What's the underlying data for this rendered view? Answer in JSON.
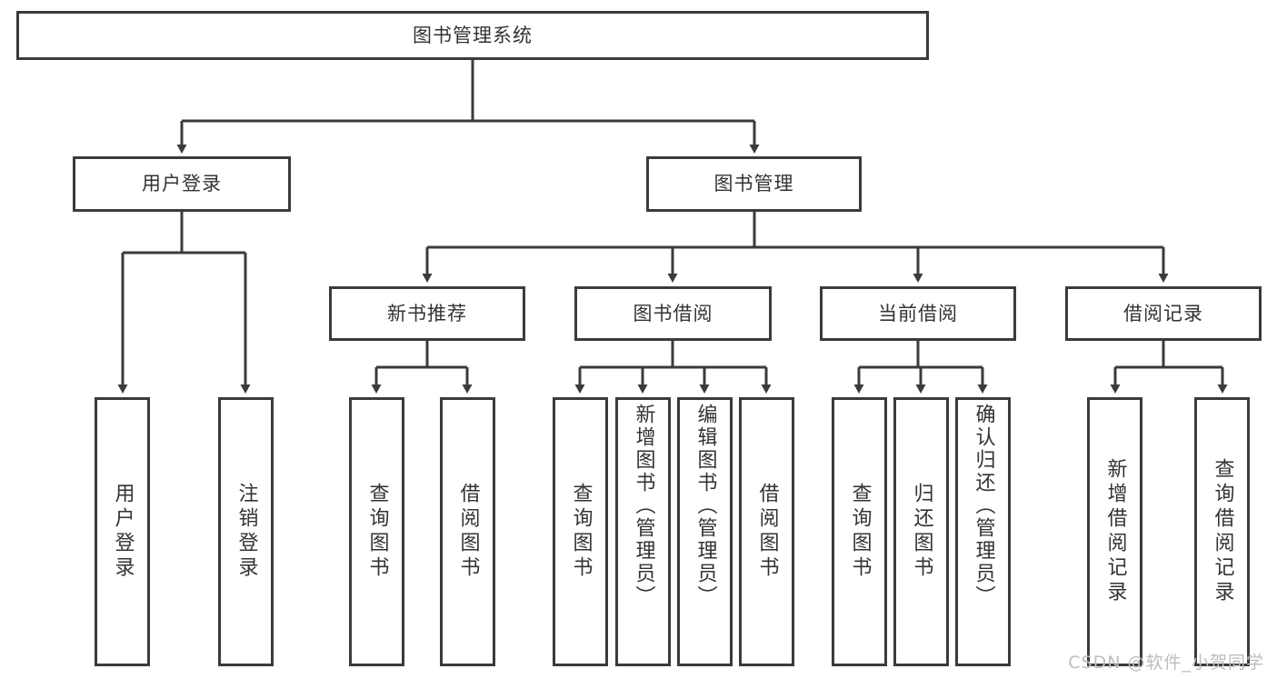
{
  "diagram": {
    "title": "图书管理系统",
    "type": "hierarchy-tree",
    "colors": {
      "box_border": "#3b3b3b",
      "box_fill": "#ffffff",
      "text": "#333333",
      "connector": "#3b3b3b",
      "watermark": "#bdbdbd",
      "background": "#ffffff"
    },
    "root": {
      "label": "图书管理系统"
    },
    "level2": [
      {
        "label": "用户登录"
      },
      {
        "label": "图书管理"
      }
    ],
    "level3": [
      {
        "label": "新书推荐"
      },
      {
        "label": "图书借阅"
      },
      {
        "label": "当前借阅"
      },
      {
        "label": "借阅记录"
      }
    ],
    "leaves": {
      "user_login": [
        {
          "label": "用户登录"
        },
        {
          "label": "注销登录"
        }
      ],
      "new_book": [
        {
          "label": "查询图书"
        },
        {
          "label": "借阅图书"
        }
      ],
      "book_borrow": [
        {
          "label": "查询图书"
        },
        {
          "label": "新增图书（管理员）"
        },
        {
          "label": "编辑图书（管理员）"
        },
        {
          "label": "借阅图书"
        }
      ],
      "current_borrow": [
        {
          "label": "查询图书"
        },
        {
          "label": "归还图书"
        },
        {
          "label": "确认归还（管理员）"
        }
      ],
      "borrow_record": [
        {
          "label": "新增借阅记录"
        },
        {
          "label": "查询借阅记录"
        }
      ]
    }
  },
  "watermark": {
    "text": "CSDN @软件_小贺同学"
  }
}
